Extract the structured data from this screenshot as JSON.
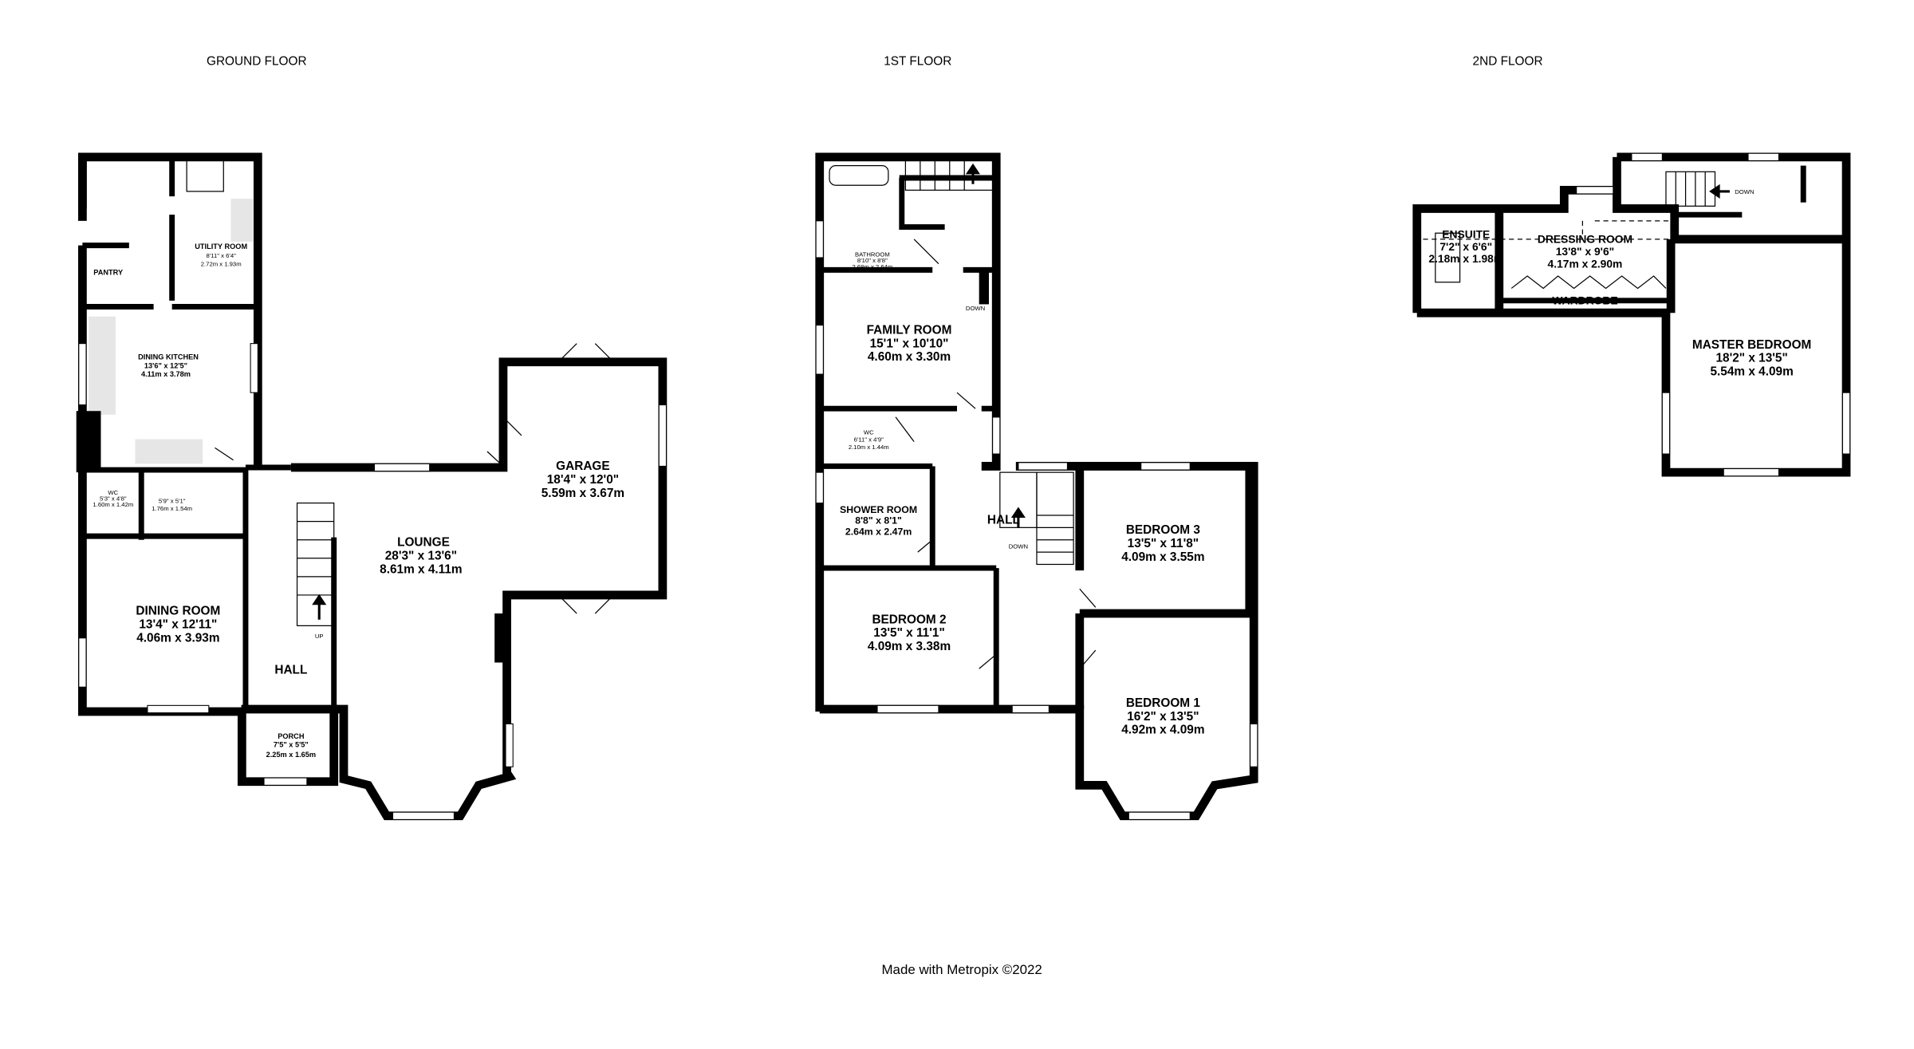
{
  "floors": {
    "ground": {
      "title": "GROUND FLOOR",
      "rooms": {
        "utility": {
          "name": "UTILITY ROOM",
          "imperial": "8'11\"  x 6'4\"",
          "metric": "2.72m  x 1.93m"
        },
        "pantry": {
          "name": "PANTRY"
        },
        "kitchen": {
          "name": "DINING KITCHEN",
          "imperial": "13'6\"  x 12'5\"",
          "metric": "4.11m  x 3.78m"
        },
        "wc": {
          "name": "WC",
          "imperial": "5'3\"  x 4'8\"",
          "metric": "1.60m  x 1.42m"
        },
        "store": {
          "imperial": "5'9\"  x 5'1\"",
          "metric": "1.76m  x 1.54m"
        },
        "dining": {
          "name": "DINING ROOM",
          "imperial": "13'4\"  x 12'11\"",
          "metric": "4.06m  x 3.93m"
        },
        "hall": {
          "name": "HALL"
        },
        "porch": {
          "name": "PORCH",
          "imperial": "7'5\"  x 5'5\"",
          "metric": "2.25m  x 1.65m"
        },
        "lounge": {
          "name": "LOUNGE",
          "imperial": "28'3\"  x 13'6\"",
          "metric": "8.61m  x 4.11m"
        },
        "garage": {
          "name": "GARAGE",
          "imperial": "18'4\"  x 12'0\"",
          "metric": "5.59m  x 3.67m"
        }
      },
      "stair_labels": {
        "up": "UP"
      }
    },
    "first": {
      "title": "1ST FLOOR",
      "rooms": {
        "bathroom": {
          "name": "BATHROOM",
          "imperial": "8'10\"  x 8'8\"",
          "metric": "2.68m  x 2.64m"
        },
        "family": {
          "name": "FAMILY ROOM",
          "imperial": "15'1\"  x 10'10\"",
          "metric": "4.60m  x 3.30m"
        },
        "wc": {
          "name": "WC",
          "imperial": "6'11\"  x 4'9\"",
          "metric": "2.10m  x 1.44m"
        },
        "shower": {
          "name": "SHOWER ROOM",
          "imperial": "8'8\"  x 8'1\"",
          "metric": "2.64m  x 2.47m"
        },
        "hall": {
          "name": "HALL"
        },
        "bedroom2": {
          "name": "BEDROOM 2",
          "imperial": "13'5\"  x 11'1\"",
          "metric": "4.09m  x 3.38m"
        },
        "bedroom3": {
          "name": "BEDROOM 3",
          "imperial": "13'5\"  x 11'8\"",
          "metric": "4.09m  x 3.55m"
        },
        "bedroom1": {
          "name": "BEDROOM 1",
          "imperial": "16'2\"  x 13'5\"",
          "metric": "4.92m  x 4.09m"
        }
      },
      "stair_labels": {
        "down_top": "DOWN",
        "down_hall": "DOWN"
      }
    },
    "second": {
      "title": "2ND FLOOR",
      "rooms": {
        "ensuite": {
          "name": "ENSUITE",
          "imperial": "7'2\"  x 6'6\"",
          "metric": "2.18m  x 1.98m"
        },
        "dressing": {
          "name": "DRESSING ROOM",
          "imperial": "13'8\"  x 9'6\"",
          "metric": "4.17m  x 2.90m"
        },
        "wardrobe": {
          "name": "WARDROBE"
        },
        "master": {
          "name": "MASTER BEDROOM",
          "imperial": "18'2\"  x 13'5\"",
          "metric": "5.54m  x 4.09m"
        }
      },
      "stair_labels": {
        "down": "DOWN"
      }
    }
  },
  "credit": "Made with Metropix ©2022"
}
